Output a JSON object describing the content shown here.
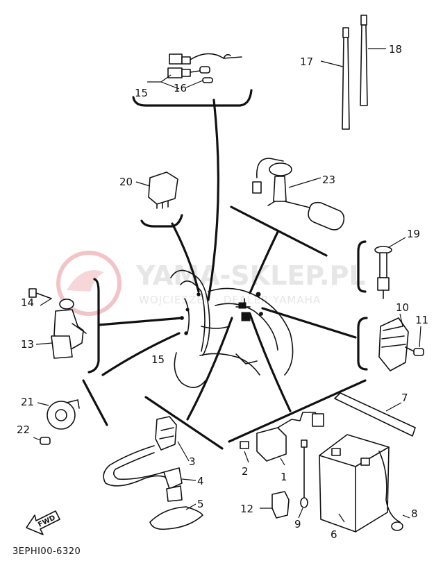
{
  "callouts": {
    "c1": "1",
    "c2": "2",
    "c3": "3",
    "c4": "4",
    "c5": "5",
    "c6": "6",
    "c7": "7",
    "c8": "8",
    "c9": "9",
    "c10": "10",
    "c11": "11",
    "c12": "12",
    "c13": "13",
    "c14": "14",
    "c15": "15",
    "c15b": "15",
    "c16": "16",
    "c17": "17",
    "c18": "18",
    "c19": "19",
    "c20": "20",
    "c21": "21",
    "c22": "22",
    "c23": "23"
  },
  "diagram_code": "3EPHI00-6320",
  "fwd_label": "FWD",
  "watermark": {
    "title": "YAMA-SKLEP.PL",
    "subtitle": "WOJCIESZEK · DEALER YAMAHA"
  },
  "colors": {
    "line": "#111111",
    "watermark_logo": "#f2c4c8",
    "watermark_text": "#e6e6e6"
  }
}
